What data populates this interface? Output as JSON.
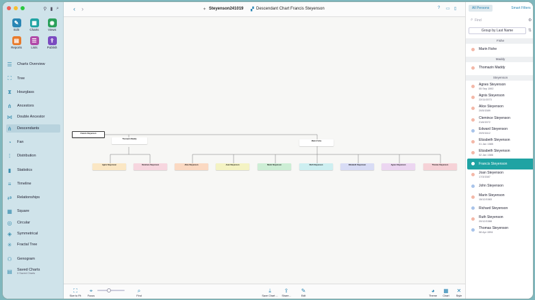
{
  "toolbar": {
    "file_title": "Steyenson241019",
    "chart_title": "Descendant Chart Francis Steyenson"
  },
  "sidebar": {
    "tools": [
      {
        "label": "Edit",
        "color": "#2a86b4",
        "glyph": "✎"
      },
      {
        "label": "Charts",
        "color": "#1fa3a3",
        "glyph": "▦"
      },
      {
        "label": "Views",
        "color": "#2aa05a",
        "glyph": "◉"
      },
      {
        "label": "Reports",
        "color": "#e87a2a",
        "glyph": "▤"
      },
      {
        "label": "Lists",
        "color": "#b04aa8",
        "glyph": "☰"
      },
      {
        "label": "Publish",
        "color": "#7a4ac0",
        "glyph": "⇪"
      }
    ],
    "items": [
      {
        "label": "Charts Overview"
      },
      {
        "label": "Tree"
      },
      {
        "label": "Hourglass"
      },
      {
        "label": "Ancestors"
      },
      {
        "label": "Double Ancestor"
      },
      {
        "label": "Descendants"
      },
      {
        "label": "Fan"
      },
      {
        "label": "Distribution"
      },
      {
        "label": "Statistics"
      },
      {
        "label": "Timeline"
      },
      {
        "label": "Relationships"
      },
      {
        "label": "Square"
      },
      {
        "label": "Circular"
      },
      {
        "label": "Symmetrical"
      },
      {
        "label": "Fractal Tree"
      },
      {
        "label": "Genogram"
      },
      {
        "label": "Saved Charts",
        "sub": "0 Saved Charts"
      }
    ]
  },
  "chart": {
    "root": {
      "name": "Francis Steyenson"
    },
    "spouses": [
      {
        "name": "Thomazin Maddy"
      },
      {
        "name": "Marin Fishe"
      }
    ],
    "children": [
      {
        "name": "Agnis Steyenson",
        "color": "#fbe7c4"
      },
      {
        "name": "Clemince Steyenson",
        "color": "#f7d6df"
      },
      {
        "name": "Alice Steyenson",
        "color": "#fbd9c2"
      },
      {
        "name": "Joan Steyenson",
        "color": "#f4f3c3"
      },
      {
        "name": "Marin Steyenson",
        "color": "#cdeed5"
      },
      {
        "name": "Ruth Steyenson",
        "color": "#cdeff1"
      },
      {
        "name": "Elizabeth Steyenson",
        "color": "#d8dcf5"
      },
      {
        "name": "Agnes Steyenson",
        "color": "#ecd6f1"
      },
      {
        "name": "Thomas Steyenson",
        "color": "#f6d2d7"
      }
    ]
  },
  "bottombar": {
    "buttons": [
      "Size to Fit",
      "Focus",
      "Find",
      "Save Chart ...",
      "Share...",
      "Edit",
      "Theme",
      "Chart",
      "Style"
    ]
  },
  "right": {
    "tabs": [
      "All Persons",
      "Smart Filters"
    ],
    "find_placeholder": "Find",
    "group": "Group by Last Name",
    "sections": [
      {
        "name": "Fishe",
        "rows": [
          {
            "name": "Marin Fishe",
            "date": "",
            "color": "#f3b8a8"
          }
        ]
      },
      {
        "name": "Maddy",
        "rows": [
          {
            "name": "Thomazin Maddy",
            "date": "",
            "color": "#f3b8a8"
          }
        ]
      },
      {
        "name": "Steyenson",
        "rows": [
          {
            "name": "Agnes Steyenson",
            "date": "05 Sep 1592",
            "color": "#f3b8a8"
          },
          {
            "name": "Agnis Steyenson",
            "date": "22/11/1573",
            "color": "#f3b8a8"
          },
          {
            "name": "Alice Steyenson",
            "date": "20/5/1589",
            "color": "#f3b8a8"
          },
          {
            "name": "Clemince Steyenson",
            "date": "21/6/1572",
            "color": "#f3b8a8"
          },
          {
            "name": "Edward Steyenson",
            "date": "20/9/1612",
            "color": "#a9c4ea"
          },
          {
            "name": "Elizabeth Steyenson",
            "date": "01 Jan 1585",
            "color": "#f3b8a8"
          },
          {
            "name": "Elizabeth Steyenson",
            "date": "02 Jan 1586",
            "color": "#f3b8a8"
          },
          {
            "name": "Francis Steyenson",
            "date": "",
            "color": "#a9c4ea",
            "sel": true
          },
          {
            "name": "Joan Steyenson",
            "date": "17/3/1587",
            "color": "#f3b8a8"
          },
          {
            "name": "John Steyenson",
            "date": "",
            "color": "#a9c4ea"
          },
          {
            "name": "Marin Steyenson",
            "date": "15/12/1583",
            "color": "#f3b8a8"
          },
          {
            "name": "Richard Steyenson",
            "date": "",
            "color": "#a9c4ea"
          },
          {
            "name": "Ruth Steyenson",
            "date": "20/12/1588",
            "color": "#f3b8a8"
          },
          {
            "name": "Thomas Steyenson",
            "date": "08 Apr 1594",
            "color": "#a9c4ea"
          }
        ]
      }
    ]
  }
}
